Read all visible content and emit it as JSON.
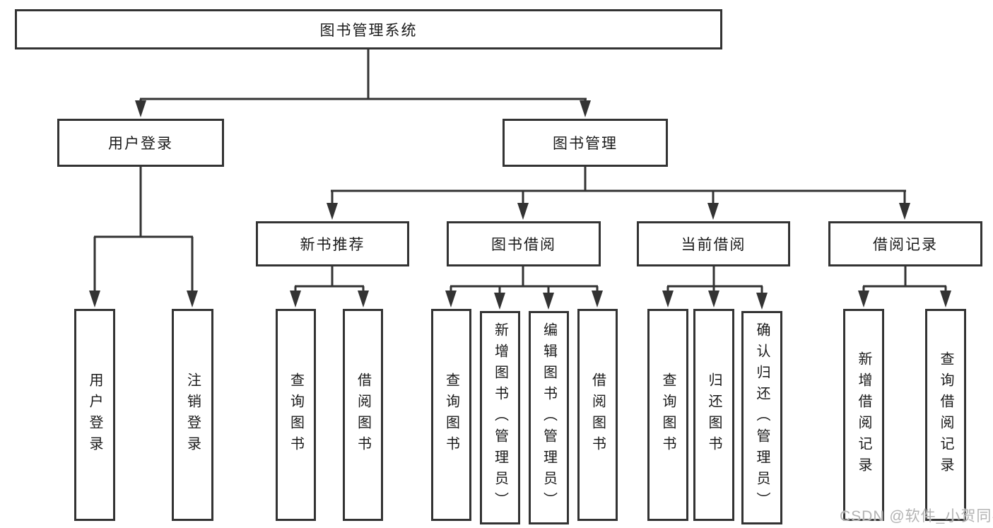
{
  "tree": {
    "root": "图书管理系统",
    "branches": [
      {
        "label": "用户登录",
        "children": [
          "用户登录",
          "注销登录"
        ]
      },
      {
        "label": "图书管理",
        "sections": [
          {
            "label": "新书推荐",
            "children": [
              "查询图书",
              "借阅图书"
            ]
          },
          {
            "label": "图书借阅",
            "children": [
              "查询图书",
              "新增图书（管理员）",
              "编辑图书（管理员）",
              "借阅图书"
            ]
          },
          {
            "label": "当前借阅",
            "children": [
              "查询图书",
              "归还图书",
              "确认归还（管理员）"
            ]
          },
          {
            "label": "借阅记录",
            "children": [
              "新增借阅记录",
              "查询借阅记录"
            ]
          }
        ]
      }
    ]
  },
  "watermark": "CSDN @软件_小贺同学",
  "colors": {
    "line": "#333333",
    "text": "#1a1a1a",
    "box_background": "#ffffff",
    "background": "#ffffff",
    "watermark": "#b3b3b3"
  }
}
